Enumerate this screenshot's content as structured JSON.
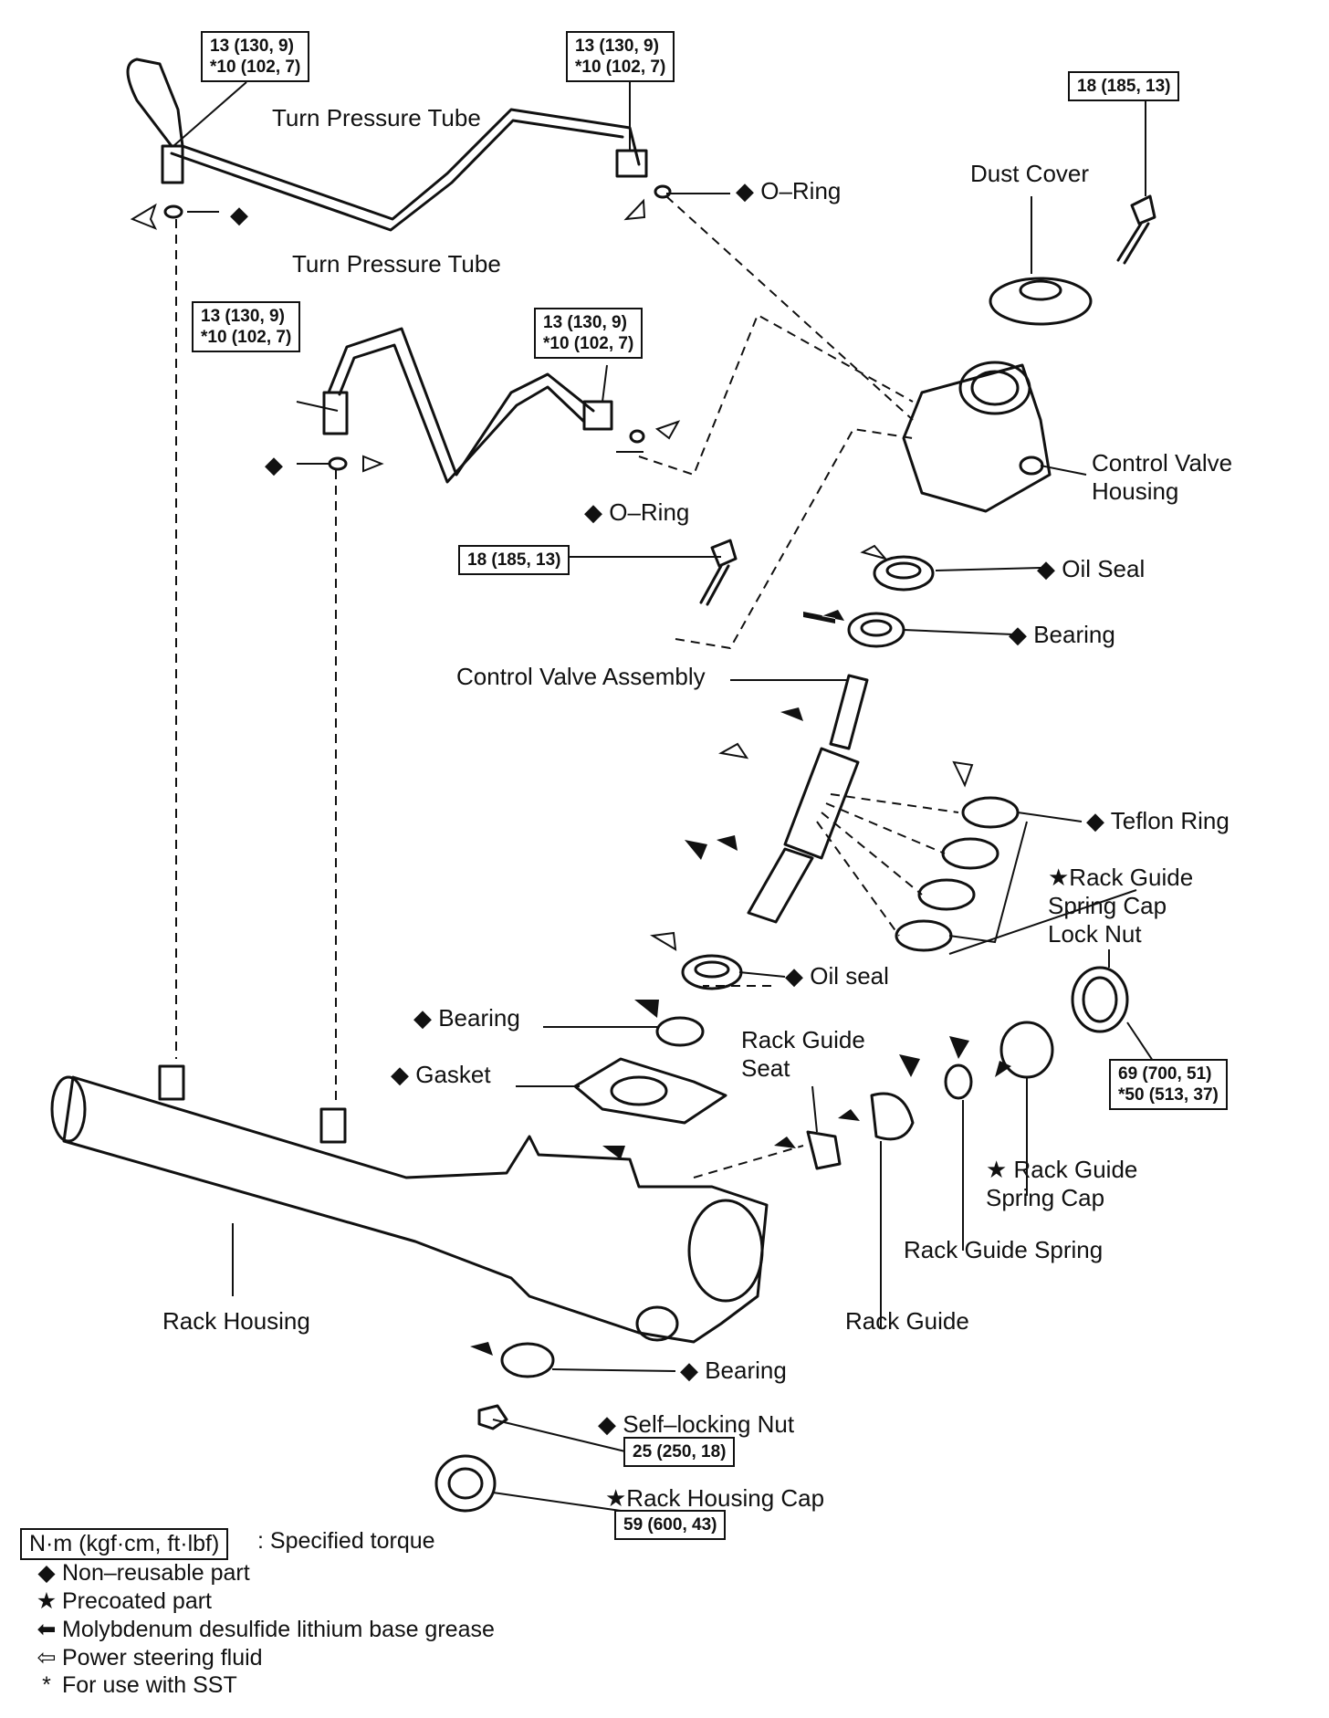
{
  "labels": {
    "turn_pressure_tube_1": "Turn Pressure Tube",
    "turn_pressure_tube_2": "Turn Pressure Tube",
    "o_ring_1": "◆ O–Ring",
    "o_ring_2": "◆ O–Ring",
    "dust_cover": "Dust Cover",
    "control_valve_housing": "Control Valve\nHousing",
    "oil_seal_1": "◆ Oil Seal",
    "bearing_1": "◆ Bearing",
    "control_valve_assembly": "Control Valve Assembly",
    "teflon_ring": "◆ Teflon Ring",
    "rack_guide_spring_cap_lock_nut": "★Rack Guide\nSpring Cap\nLock Nut",
    "oil_seal_2": "◆ Oil seal",
    "bearing_2": "◆ Bearing",
    "gasket": "◆ Gasket",
    "rack_guide_seat": "Rack Guide\nSeat",
    "rack_guide_spring_cap": "★ Rack Guide\nSpring Cap",
    "rack_guide_spring": "Rack Guide Spring",
    "rack_housing": "Rack Housing",
    "rack_guide": "Rack Guide",
    "bearing_3": "◆ Bearing",
    "self_locking_nut": "◆ Self–locking Nut",
    "rack_housing_cap": "★Rack Housing Cap",
    "non_reusable_diamond": "◆"
  },
  "torques": {
    "t_tube1_left": "13 (130, 9)\n*10 (102, 7)",
    "t_tube1_right": "13 (130, 9)\n*10 (102, 7)",
    "t_tube2_left": "13 (130, 9)\n*10 (102, 7)",
    "t_tube2_right": "13 (130, 9)\n*10 (102, 7)",
    "t_bolt_top": "18 (185, 13)",
    "t_bolt_mid": "18 (185, 13)",
    "t_lock_nut": "69 (700, 51)\n*50 (513, 37)",
    "t_self_locking_nut": "25 (250, 18)",
    "t_rack_housing_cap": "59 (600, 43)"
  },
  "legend": {
    "torque_key": "N·m (kgf·cm, ft·lbf)",
    "torque_desc": ": Specified torque",
    "non_reusable_sym": "◆",
    "non_reusable": "Non–reusable part",
    "precoated_sym": "★",
    "precoated": "Precoated part",
    "grease_sym": "⬅",
    "grease": "Molybdenum desulfide lithium base grease",
    "fluid_sym": "⇦",
    "fluid": "Power steering fluid",
    "sst_sym": "*",
    "sst": "For use with SST"
  }
}
